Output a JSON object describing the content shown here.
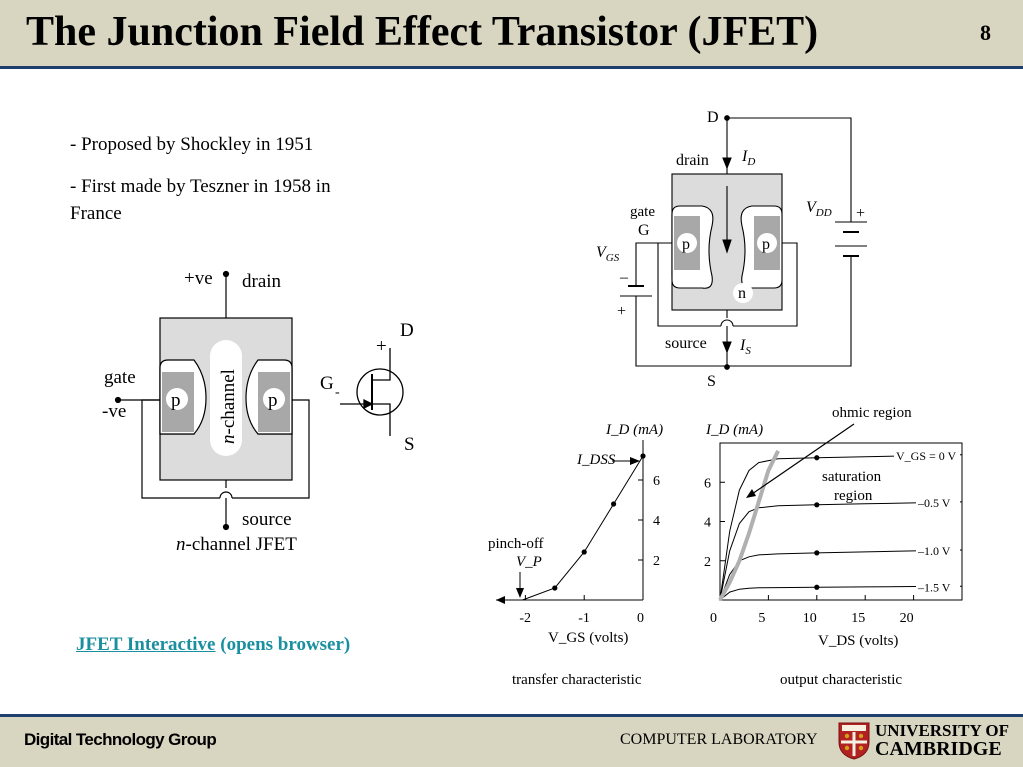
{
  "slide": {
    "title": "The Junction Field Effect Transistor (JFET)",
    "number": "8",
    "bullets": [
      "- Proposed by Shockley in 1951",
      "- First made by Teszner in 1958 in",
      "France"
    ],
    "link_text": "JFET Interactive",
    "link_note": "(opens browser)"
  },
  "footer": {
    "group": "Digital Technology Group",
    "lab": "COMPUTER LABORATORY",
    "uni_line1": "UNIVERSITY OF",
    "uni_line2": "CAMBRIDGE"
  },
  "left_diagram": {
    "plus_ve": "+ve",
    "drain": "drain",
    "gate": "gate",
    "minus_ve": "-ve",
    "p": "p",
    "channel_n": "n",
    "channel_rest": "-channel",
    "source": "source",
    "caption_n": "n",
    "caption_rest": "-channel JFET"
  },
  "symbol": {
    "D": "D",
    "G": "G",
    "S": "S",
    "plus": "+",
    "minus": "-"
  },
  "circuit": {
    "D": "D",
    "drain": "drain",
    "I": "I",
    "sub_D": "D",
    "sub_S": "S",
    "gate": "gate",
    "G": "G",
    "V": "V",
    "sub_GS": "GS",
    "sub_DD": "DD",
    "plus": "+",
    "minus": "–",
    "p": "p",
    "n": "n",
    "source": "source",
    "S": "S"
  },
  "chart_data": [
    {
      "type": "line",
      "title": "transfer characteristic",
      "xlabel": "V_GS (volts)",
      "ylabel": "I_D (mA)",
      "x_ticks": [
        "-2",
        "-1",
        "0"
      ],
      "y_ticks": [
        "2",
        "4",
        "6"
      ],
      "xlim": [
        -2.5,
        0
      ],
      "ylim": [
        0,
        7.4
      ],
      "series": [
        {
          "x": [
            -2.05,
            -1.5,
            -1.0,
            -0.5,
            0
          ],
          "y": [
            0,
            0.6,
            2.4,
            4.8,
            7.2
          ]
        }
      ],
      "markers": [
        {
          "x": -1.5,
          "y": 0.6
        },
        {
          "x": -1.0,
          "y": 2.4
        },
        {
          "x": -0.5,
          "y": 4.8
        },
        {
          "x": 0,
          "y": 7.2
        }
      ],
      "annotations": [
        "I_DSS",
        "pinch-off",
        "V_P"
      ]
    },
    {
      "type": "line",
      "title": "output characteristic",
      "xlabel": "V_DS (volts)",
      "ylabel": "I_D (mA)",
      "x_ticks": [
        "0",
        "5",
        "10",
        "15",
        "20"
      ],
      "y_ticks": [
        "2",
        "4",
        "6"
      ],
      "xlim": [
        0,
        25
      ],
      "ylim": [
        0,
        8
      ],
      "series": [
        {
          "name": "V_GS = 0 V",
          "x": [
            0,
            1,
            2,
            3,
            4,
            6,
            10,
            15,
            20,
            25
          ],
          "y": [
            0,
            3.5,
            5.6,
            6.6,
            7.0,
            7.2,
            7.25,
            7.3,
            7.35,
            7.4
          ]
        },
        {
          "name": "–0.5 V",
          "x": [
            0,
            1,
            2,
            3,
            4,
            6,
            10,
            15,
            20,
            25
          ],
          "y": [
            0,
            2.5,
            3.9,
            4.5,
            4.7,
            4.8,
            4.85,
            4.9,
            4.95,
            5.0
          ]
        },
        {
          "name": "–1.0 V",
          "x": [
            0,
            1,
            2,
            3,
            4,
            6,
            10,
            15,
            20,
            25
          ],
          "y": [
            0,
            1.3,
            2.0,
            2.2,
            2.3,
            2.35,
            2.4,
            2.45,
            2.5,
            2.55
          ]
        },
        {
          "name": "–1.5 V",
          "x": [
            0,
            1,
            2,
            3,
            4,
            6,
            10,
            15,
            20,
            25
          ],
          "y": [
            0,
            0.4,
            0.55,
            0.6,
            0.62,
            0.63,
            0.65,
            0.67,
            0.69,
            0.7
          ]
        }
      ],
      "markers": [
        {
          "x": 10,
          "y": 7.25
        },
        {
          "x": 10,
          "y": 4.85
        },
        {
          "x": 10,
          "y": 2.4
        },
        {
          "x": 10,
          "y": 0.65
        }
      ],
      "boundary": {
        "x": [
          0,
          1,
          2,
          3,
          4,
          5,
          6
        ],
        "y": [
          0,
          0.9,
          2.0,
          3.4,
          5.0,
          6.6,
          7.6
        ]
      },
      "annotations": [
        "ohmic region",
        "saturation",
        "region"
      ]
    }
  ]
}
